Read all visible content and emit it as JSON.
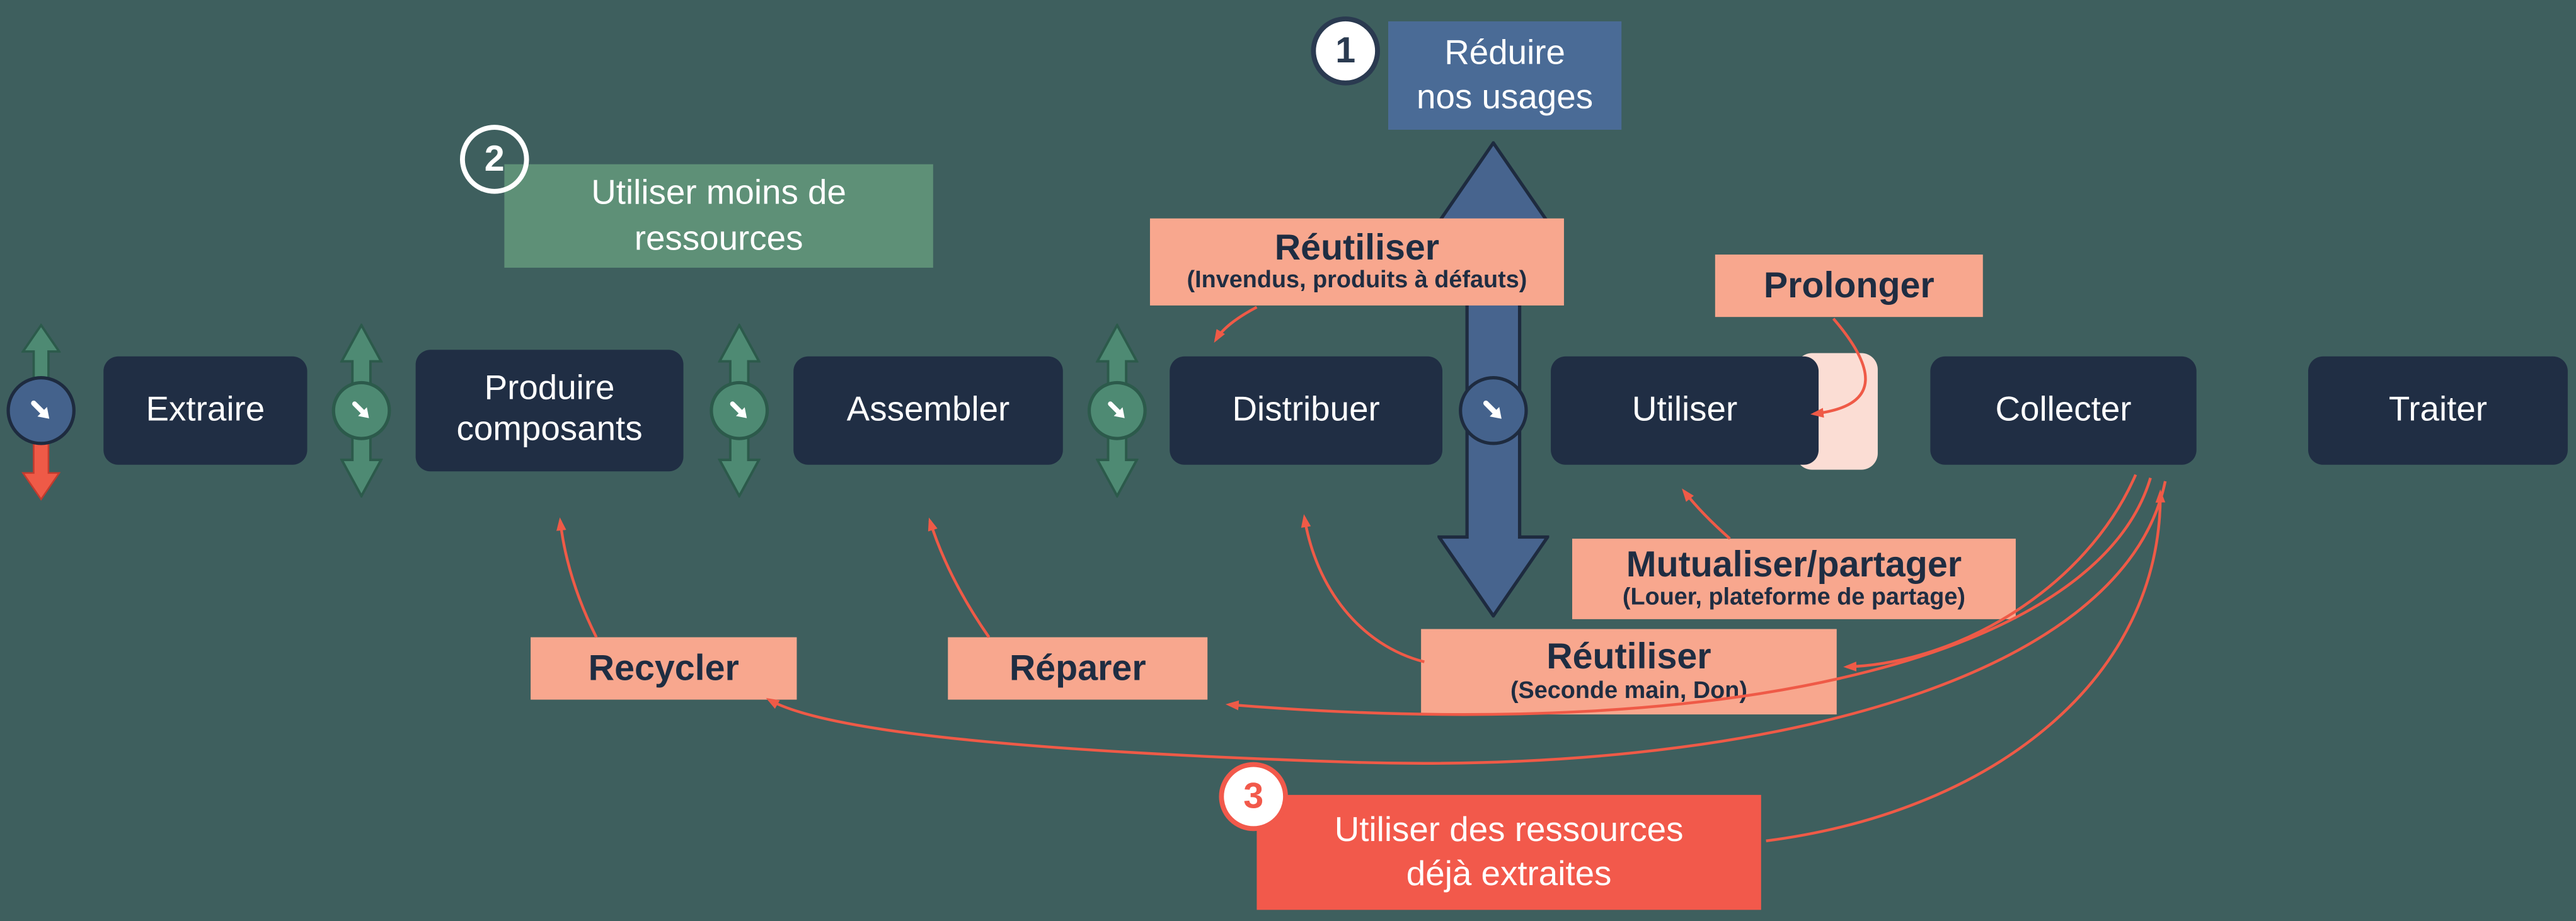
{
  "chain": [
    {
      "lines": [
        "Extraire"
      ]
    },
    {
      "lines": [
        "Produire",
        "composants"
      ]
    },
    {
      "lines": [
        "Assembler"
      ]
    },
    {
      "lines": [
        "Distribuer"
      ]
    },
    {
      "lines": [
        "Utiliser"
      ]
    },
    {
      "lines": [
        "Collecter"
      ]
    },
    {
      "lines": [
        "Traiter"
      ]
    }
  ],
  "callouts": {
    "reduce_usage": {
      "number": "1",
      "lines": [
        "Réduire",
        "nos usages"
      ],
      "color": "#4A6B96"
    },
    "use_less": {
      "number": "2",
      "lines": [
        "Utiliser moins de",
        "ressources"
      ],
      "color": "#5E9077"
    },
    "use_extracted": {
      "number": "3",
      "lines": [
        "Utiliser des ressources",
        "déjà extraites"
      ],
      "color": "#F2594B"
    }
  },
  "labels": {
    "reuse_unsold": {
      "title": "Réutiliser",
      "subtitle": "(Invendus, produits à défauts)"
    },
    "prolong": {
      "title": "Prolonger"
    },
    "share": {
      "title": "Mutualiser/partager",
      "subtitle": "(Louer, plateforme de partage)"
    },
    "reuse_secondhand": {
      "title": "Réutiliser",
      "subtitle": "(Seconde main, Don)"
    },
    "recycle": {
      "title": "Recycler"
    },
    "repair": {
      "title": "Réparer"
    }
  },
  "icons": {
    "leak-arrow-icon": "↘",
    "exchange-arrows-icon": "⇕",
    "reduce-double-arrow-icon": "⇕",
    "gain-up-arrow-icon": "↑",
    "loss-down-arrow-icon": "↓"
  },
  "colors": {
    "background": "#3E5F5E",
    "box_dark": "#202E44",
    "accent_blue": "#4A6B96",
    "accent_green": "#5E9077",
    "arrow_green": "#4E8A73",
    "label_salmon": "#F8A78E",
    "tab_pink": "#FBDDD4",
    "accent_red": "#F2594B",
    "flow_arrow_red": "#EF5A47",
    "text_light": "#FFFFFF",
    "text_dark": "#1F2D42"
  }
}
